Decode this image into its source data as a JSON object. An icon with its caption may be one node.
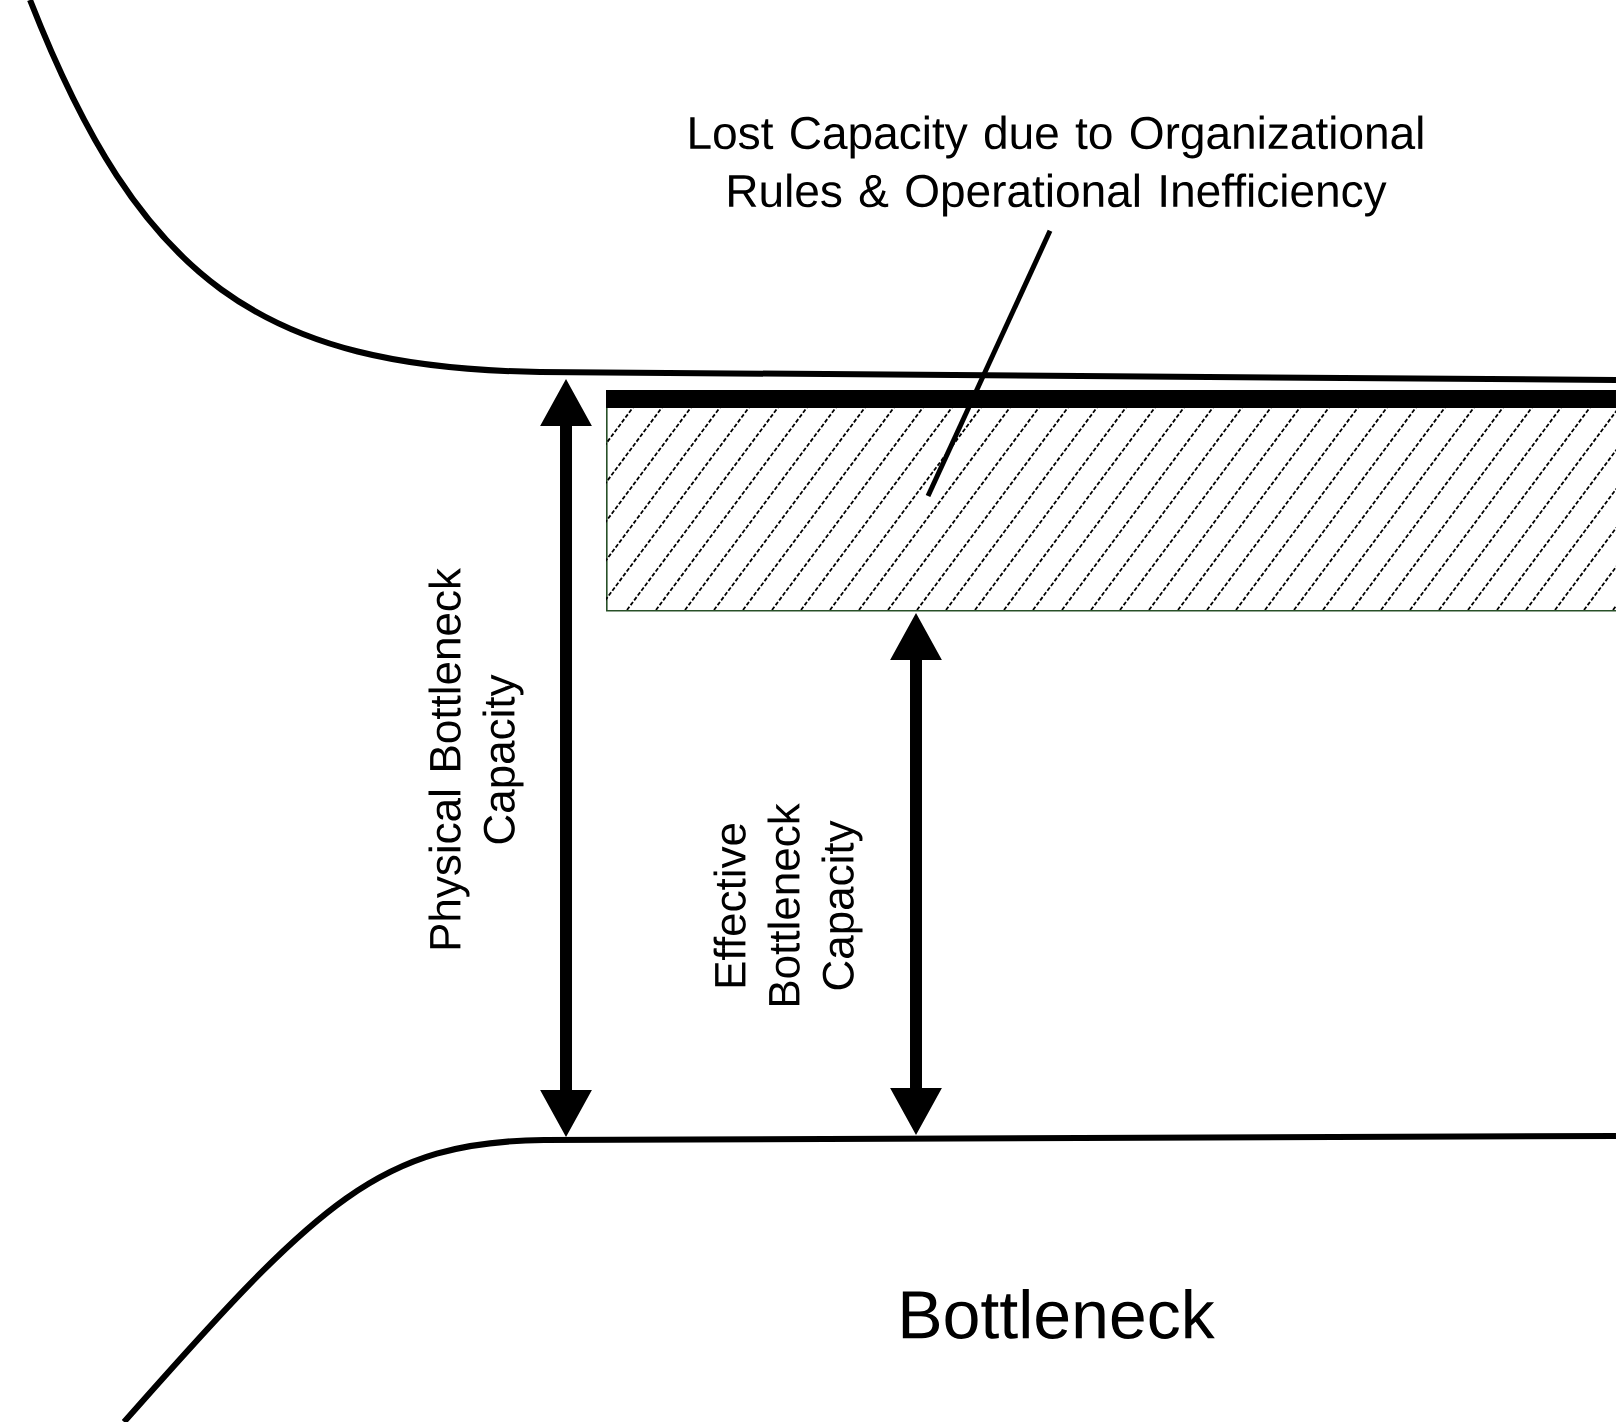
{
  "diagram": {
    "nodes": [
      {
        "text": [
          "Lost Capacity due to Organizational Rules & Operational Inefficiency"
        ]
      },
      {
        "text": [],
        "shape": "box"
      }
    ],
    "edges": [
      {
        "from": 0,
        "to": 1,
        "arrow": "none"
      }
    ],
    "labels": [
      "Physical Bottleneck Capacity",
      "Effective Bottleneck Capacity",
      "Bottleneck"
    ]
  }
}
